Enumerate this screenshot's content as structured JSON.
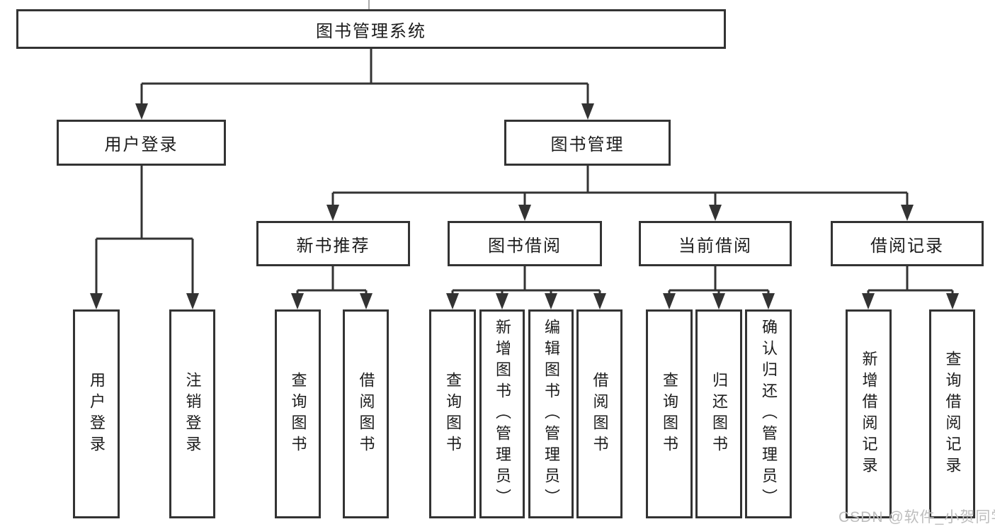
{
  "diagram": {
    "root": {
      "label": "图书管理系统"
    },
    "level2": [
      {
        "label": "用户登录"
      },
      {
        "label": "图书管理"
      }
    ],
    "level3": [
      {
        "label": "新书推荐"
      },
      {
        "label": "图书借阅"
      },
      {
        "label": "当前借阅"
      },
      {
        "label": "借阅记录"
      }
    ],
    "leaves": [
      {
        "label": "用户登录"
      },
      {
        "label": "注销登录"
      },
      {
        "label": "查询图书"
      },
      {
        "label": "借阅图书"
      },
      {
        "label": "查询图书"
      },
      {
        "label": "新增图书（管理员）"
      },
      {
        "label": "编辑图书（管理员）"
      },
      {
        "label": "借阅图书"
      },
      {
        "label": "查询图书"
      },
      {
        "label": "归还图书"
      },
      {
        "label": "确认归还（管理员）"
      },
      {
        "label": "新增借阅记录"
      },
      {
        "label": "查询借阅记录"
      }
    ]
  },
  "watermark": {
    "text": "CSDN @软件_小贺同学"
  },
  "colors": {
    "line": "#333333",
    "box_border": "#333333",
    "box_fill": "#ffffff",
    "text": "#1c1c1c",
    "watermark": "#bdbdbd",
    "background": "#ffffff"
  }
}
